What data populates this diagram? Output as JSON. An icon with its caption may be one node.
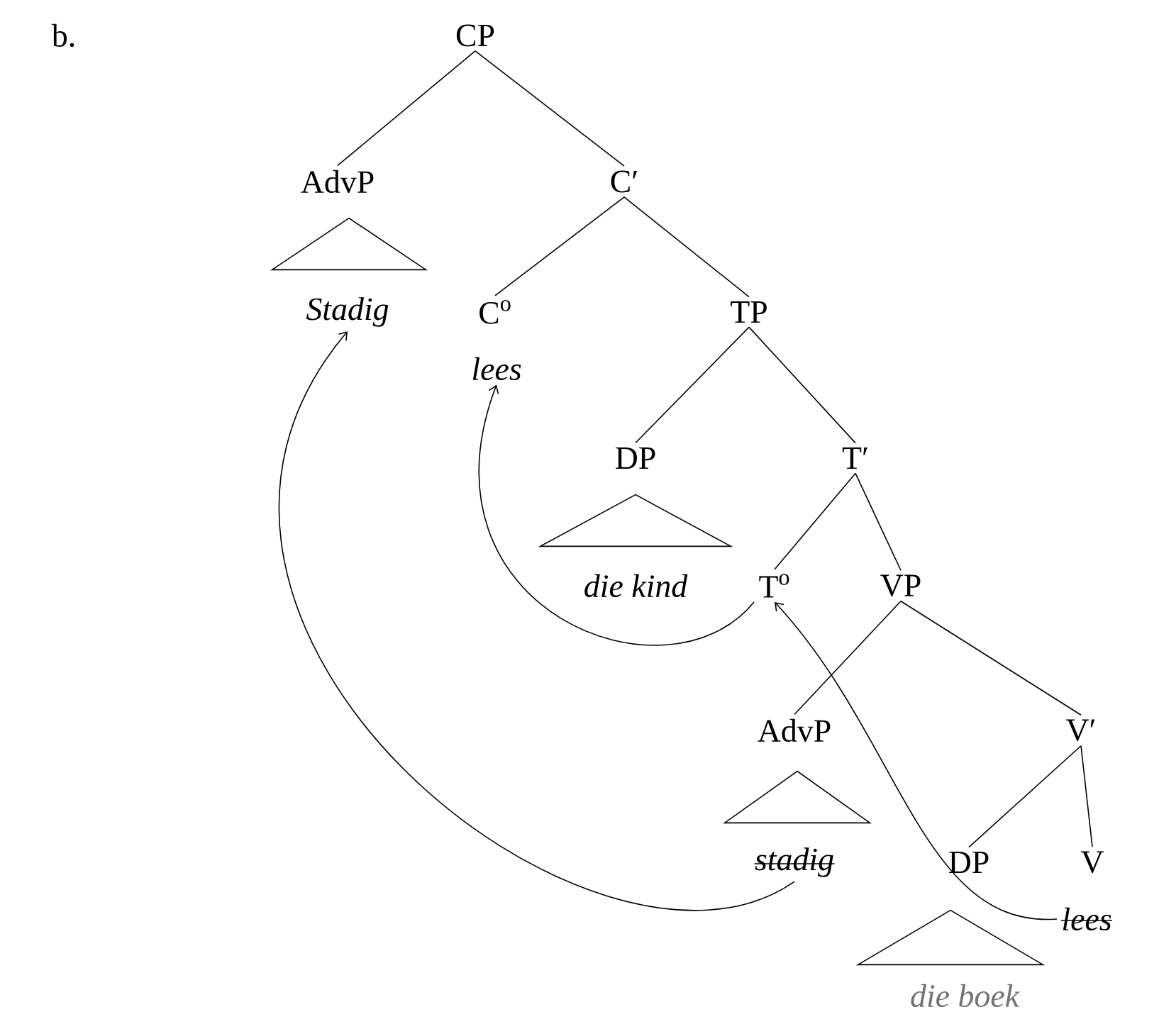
{
  "diagram": {
    "nodes": [
      {
        "text": [
          "CP"
        ]
      },
      {
        "text": [
          "AdvP"
        ]
      },
      {
        "text": [
          "C′"
        ]
      },
      {
        "text": [],
        "shape": "triangle"
      },
      {
        "text": [
          "Stadig"
        ]
      },
      {
        "text": [
          "C$^{o}$"
        ]
      },
      {
        "text": [
          "lees"
        ]
      },
      {
        "text": [
          "TP"
        ]
      },
      {
        "text": [
          "DP"
        ]
      },
      {
        "text": [
          "T′"
        ]
      },
      {
        "text": [],
        "shape": "triangle"
      },
      {
        "text": [
          "die kind"
        ]
      },
      {
        "text": [
          "T$^{o}$"
        ]
      },
      {
        "text": [
          "VP"
        ]
      },
      {
        "text": [
          "AdvP"
        ]
      },
      {
        "text": [
          "V′"
        ]
      },
      {
        "text": [],
        "shape": "triangle"
      },
      {
        "text": [
          "stadig"
        ]
      },
      {
        "text": [
          "DP"
        ]
      },
      {
        "text": [
          "V"
        ]
      },
      {
        "text": [
          "lees"
        ]
      },
      {
        "text": [],
        "shape": "triangle"
      },
      {
        "text": [
          "die boek"
        ]
      }
    ],
    "edges": [
      {
        "from": 0,
        "to": 1,
        "arrow": "none"
      },
      {
        "from": 0,
        "to": 2,
        "arrow": "none"
      },
      {
        "from": 2,
        "to": 5,
        "arrow": "none"
      },
      {
        "from": 2,
        "to": 7,
        "arrow": "none"
      },
      {
        "from": 7,
        "to": 8,
        "arrow": "none"
      },
      {
        "from": 7,
        "to": 9,
        "arrow": "none"
      },
      {
        "from": 9,
        "to": 12,
        "arrow": "none"
      },
      {
        "from": 9,
        "to": 13,
        "arrow": "none"
      },
      {
        "from": 13,
        "to": 14,
        "arrow": "none"
      },
      {
        "from": 13,
        "to": 15,
        "arrow": "none"
      },
      {
        "from": 15,
        "to": 18,
        "arrow": "none"
      },
      {
        "from": 15,
        "to": 19,
        "arrow": "none"
      },
      {
        "from": 17,
        "to": 4,
        "arrow": "to"
      },
      {
        "from": 12,
        "to": 6,
        "arrow": "to"
      },
      {
        "from": 20,
        "to": 12,
        "arrow": "to"
      }
    ],
    "labels": [
      "b."
    ]
  }
}
